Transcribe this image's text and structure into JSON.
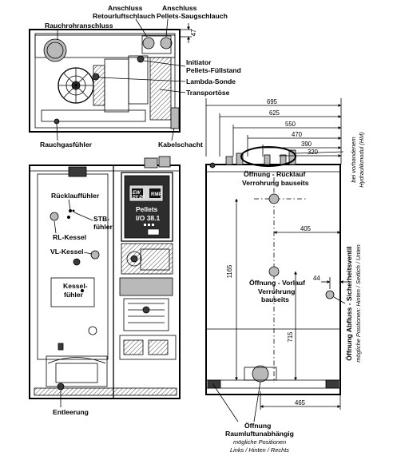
{
  "top_view": {
    "label_rauchrohranschluss": "Rauchrohranschluss",
    "label_anschluss_retour": "Anschluss",
    "label_retourluftschlauch": "Retourluftschlauch",
    "label_anschluss_pellets": "Anschluss",
    "label_pellets_saugschlauch": "Pellets-Saugschlauch",
    "dim_47": "47",
    "label_initiator": "Initiator",
    "label_pellets_fuellstand": "Pellets-Füllstand",
    "label_lambda_sonde": "Lambda-Sonde",
    "label_transportoese": "Transportöse",
    "label_rauchgasfuehler": "Rauchgasfühler",
    "label_kabelschacht": "Kabelschacht"
  },
  "front_view": {
    "label_ruecklauffuehler": "Rücklauffühler",
    "label_stb": "STB-",
    "label_fuehler": "fühler",
    "label_rl_kessel": "RL-Kessel",
    "label_vl_kessel": "VL-Kessel",
    "label_kessel": "Kessel-",
    "label_kessel_fuehler": "fühler",
    "label_entleerung": "Entleerung",
    "panel_line1": "Pellets",
    "panel_line2": "I/O 38.1",
    "panel_badge_left": "EW\nDV DC",
    "panel_badge_right": "RMP"
  },
  "side_view": {
    "dims_top": [
      "695",
      "625",
      "550",
      "470",
      "390",
      "320"
    ],
    "label_oeffnung_ruecklauf": "Öffnung - Rücklauf",
    "label_verrohrung_1": "Verrohrung bauseits",
    "dim_405": "405",
    "dim_1165": "1165",
    "label_oeffnung_vorlauf": "Öffnung - Vorlauf",
    "label_verrohrung_2a": "Verrohrung",
    "label_verrohrung_2b": "bauseits",
    "dim_44": "44",
    "dim_715": "715",
    "dim_465": "465",
    "label_oeffnung_bottom": "Öffnung",
    "label_raumluftunabhaengig": "Raumluftunabhängig",
    "label_moegliche_pos": "mögliche Positionen",
    "label_links_hinten_rechts": "Links / Hinten / Rechts",
    "vert_hydraulik_1": "bei vorhandenem",
    "vert_hydraulik_2": "Hydraulikmodul (HM)",
    "vert_abfluss_1": "Öffnung Abfluss - Sicherheitsventil",
    "vert_abfluss_2": "mögliche Positionen: Hinten / Seitlich / Unten"
  }
}
